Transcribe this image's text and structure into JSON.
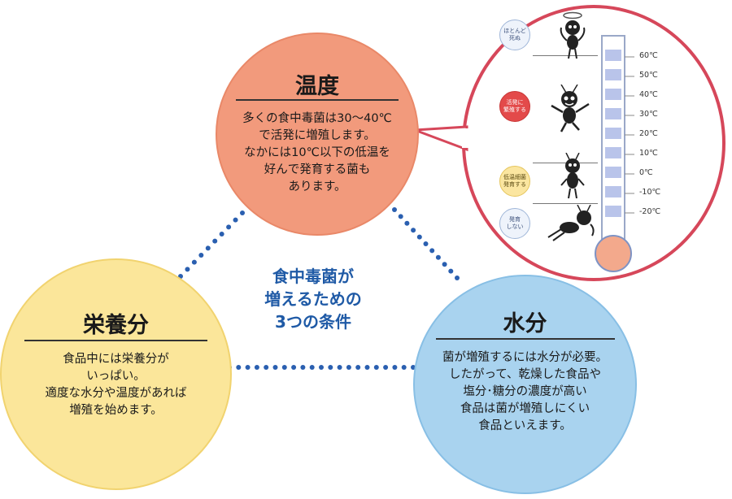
{
  "temperature": {
    "title": "温度",
    "body": "多くの食中毒菌は30～40℃\nで活発に増殖します。\nなかには10℃以下の低温を\n好んで発育する菌も\nあります。"
  },
  "nutrition": {
    "title": "栄養分",
    "body": "食品中には栄養分が\nいっぱい。\n適度な水分や温度があれば\n増殖を始めます。"
  },
  "water": {
    "title": "水分",
    "body": "菌が増殖するには水分が必要。\nしたがって、乾燥した食品や\n塩分･糖分の濃度が高い\n食品は菌が増殖しにくい\n食品といえます。"
  },
  "center": {
    "title": "食中毒菌が\n増えるための\n3つの条件"
  },
  "thermometer": {
    "ticks": [
      "60℃",
      "50℃",
      "40℃",
      "30℃",
      "20℃",
      "10℃",
      "0℃",
      "-10℃",
      "-20℃"
    ],
    "badges": [
      {
        "label": "ほとんど\n死ぬ"
      },
      {
        "label": "活発に\n繁殖する"
      },
      {
        "label": "低温細菌\n発育する"
      },
      {
        "label": "発育\nしない"
      }
    ]
  },
  "colors": {
    "temperature_circle": "#f29a7c",
    "nutrition_circle": "#fbe69a",
    "water_circle": "#a9d3ef",
    "zoom_border": "#d6475a",
    "dots": "#2a5fb0",
    "center_text": "#1f5aa6"
  }
}
